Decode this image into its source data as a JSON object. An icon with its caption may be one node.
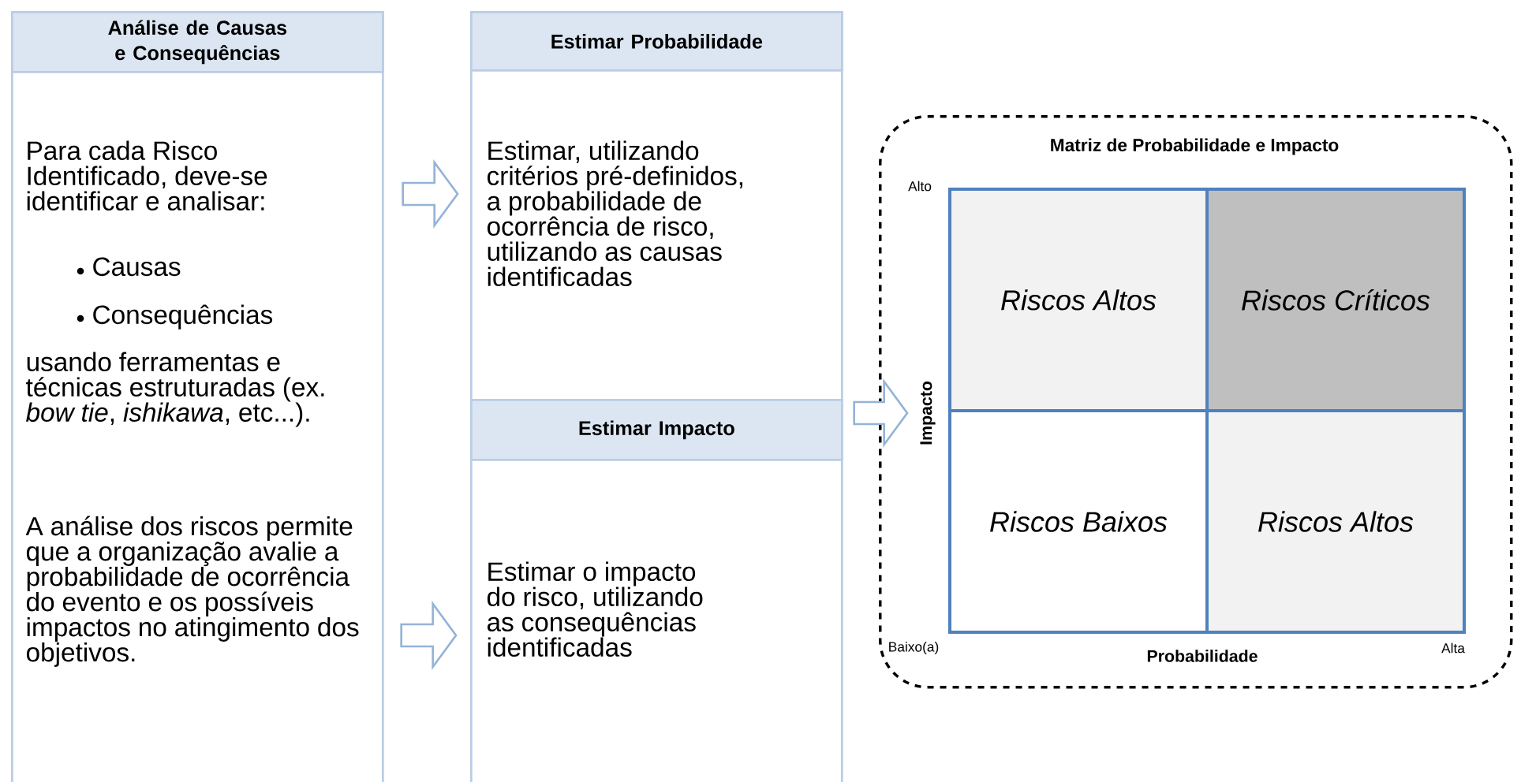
{
  "diagram": {
    "nodes": [
      {
        "text": [
          "Análise de Causas e Consequências",
          "Para cada Risco Identificado, deve-se identificar e analisar:",
          "Causas",
          "Consequências",
          "usando ferramentas e técnicas estruturadas (ex. *bow tie*, *ishikawa*, etc...).",
          "A análise dos riscos permite que a organização avalie a probabilidade de ocorrência do evento e os possíveis impactos no atingimento dos objetivos."
        ]
      },
      {
        "text": [
          "Estimar Probabilidade",
          "Estimar, utilizando critérios pré-definidos, a probabilidade de ocorrência de risco, utilizando as causas identificadas"
        ]
      },
      {
        "text": [
          "Estimar Impacto",
          "Estimar o impacto do risco, utilizando as consequências identificadas"
        ]
      },
      {
        "text": [
          "Matriz de Probabilidade e Impacto"
        ]
      },
      {
        "text": [
          "Riscos Altos"
        ],
        "in": 3
      },
      {
        "text": [
          "Riscos Críticos"
        ],
        "in": 3
      },
      {
        "text": [
          "Riscos Baixos"
        ],
        "in": 3
      },
      {
        "text": [
          "Riscos Altos"
        ],
        "in": 3
      }
    ],
    "edges": [
      {
        "from": 0,
        "to": 1,
        "arrow": "to"
      },
      {
        "from": 0,
        "to": 2,
        "arrow": "to"
      },
      {
        "from": 2,
        "to": 3,
        "arrow": "to"
      }
    ],
    "labels": [
      "Alto",
      "Impacto",
      "Baixo(a)",
      "Probabilidade",
      "Alta"
    ]
  }
}
